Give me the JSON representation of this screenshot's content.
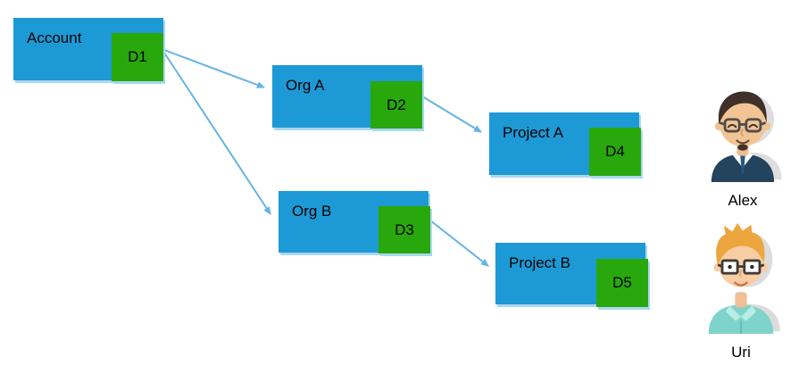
{
  "diagram": {
    "colors": {
      "node_blue": "#1d9ad6",
      "badge_green": "#28a80d",
      "arrow_blue": "#66b3e3",
      "shadow_light_blue": "#a9d7f0",
      "text": "#000000",
      "background": "#ffffff"
    },
    "nodes": {
      "account": {
        "label": "Account",
        "badge": "D1"
      },
      "org_a": {
        "label": "Org A",
        "badge": "D2"
      },
      "org_b": {
        "label": "Org B",
        "badge": "D3"
      },
      "project_a": {
        "label": "Project A",
        "badge": "D4"
      },
      "project_b": {
        "label": "Project B",
        "badge": "D5"
      }
    },
    "edges": [
      {
        "from": "Account",
        "to": "Org A"
      },
      {
        "from": "Account",
        "to": "Org B"
      },
      {
        "from": "Org A",
        "to": "Project A"
      },
      {
        "from": "Org B",
        "to": "Project B"
      }
    ],
    "users": {
      "alex": {
        "name": "Alex"
      },
      "uri": {
        "name": "Uri"
      }
    }
  }
}
